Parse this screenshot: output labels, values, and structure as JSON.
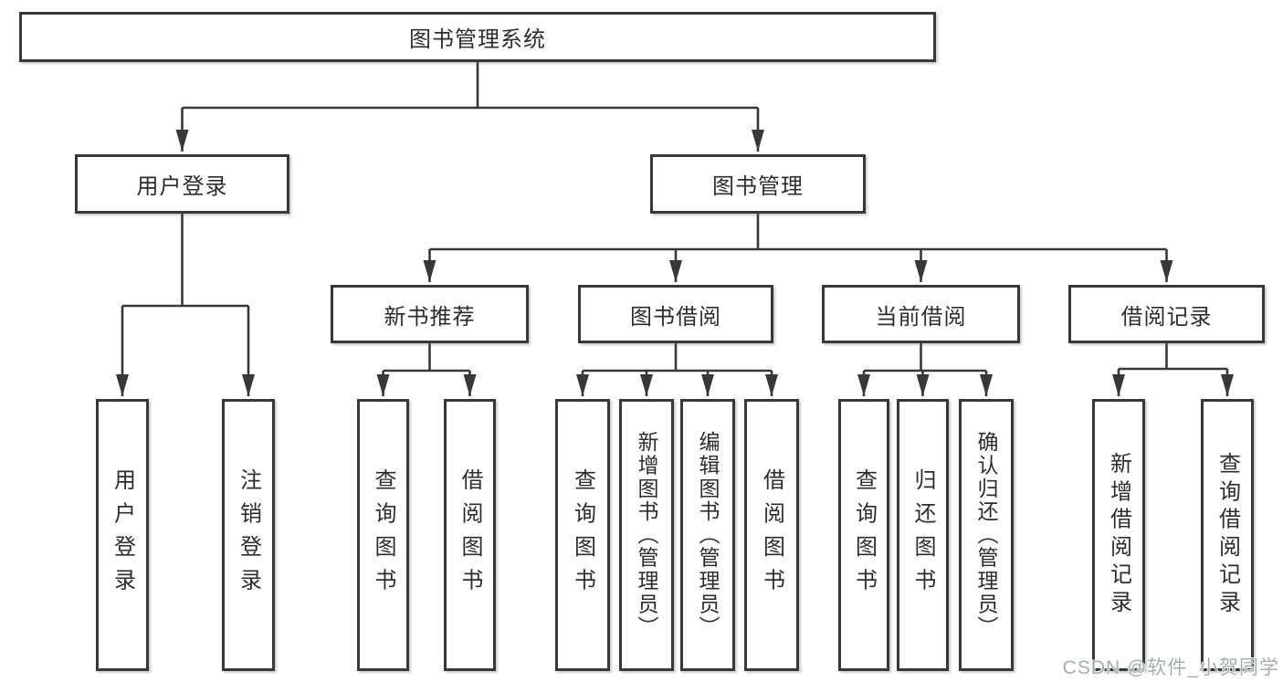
{
  "diagram": {
    "title": "图书管理系统",
    "nodes": {
      "root": {
        "label": "图书管理系统"
      },
      "user_login": {
        "label": "用户登录"
      },
      "book_mgmt": {
        "label": "图书管理"
      },
      "new_book_rec": {
        "label": "新书推荐"
      },
      "book_borrow": {
        "label": "图书借阅"
      },
      "current_borrow": {
        "label": "当前借阅"
      },
      "borrow_records": {
        "label": "借阅记录"
      },
      "login_leaf": {
        "label": "用户登录"
      },
      "logout_leaf": {
        "label": "注销登录"
      },
      "rec_query_book": {
        "label": "查询图书"
      },
      "rec_borrow_book": {
        "label": "借阅图书"
      },
      "borrow_query_book": {
        "label": "查询图书"
      },
      "borrow_add_book": {
        "label": "新增图书（管理员）"
      },
      "borrow_edit_book": {
        "label": "编辑图书（管理员）"
      },
      "borrow_borrow_book": {
        "label": "借阅图书"
      },
      "cur_query_book": {
        "label": "查询图书"
      },
      "cur_return_book": {
        "label": "归还图书"
      },
      "cur_confirm_return": {
        "label": "确认归还（管理员）"
      },
      "records_add": {
        "label": "新增借阅记录"
      },
      "records_query": {
        "label": "查询借阅记录"
      }
    },
    "edges": {
      "root": [
        "user_login",
        "book_mgmt"
      ],
      "user_login": [
        "login_leaf",
        "logout_leaf"
      ],
      "book_mgmt": [
        "new_book_rec",
        "book_borrow",
        "current_borrow",
        "borrow_records"
      ],
      "new_book_rec": [
        "rec_query_book",
        "rec_borrow_book"
      ],
      "book_borrow": [
        "borrow_query_book",
        "borrow_add_book",
        "borrow_edit_book",
        "borrow_borrow_book"
      ],
      "current_borrow": [
        "cur_query_book",
        "cur_return_book",
        "cur_confirm_return"
      ],
      "borrow_records": [
        "records_add",
        "records_query"
      ]
    },
    "colors": {
      "line": "#383838",
      "border": "#383838",
      "text": "#2d2d2d",
      "background": "#ffffff",
      "watermark": "#a8abaf"
    }
  },
  "watermark": {
    "text": "CSDN @软件_小贺同学"
  }
}
